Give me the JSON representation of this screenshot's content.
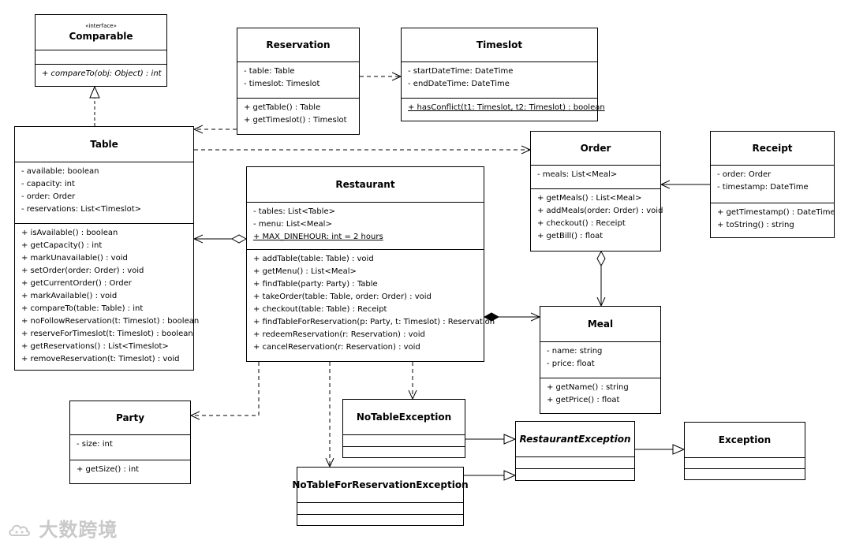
{
  "classes": {
    "comparable": {
      "stereotype": "«interface»",
      "name": "Comparable",
      "attributes": [],
      "methods": [
        "+ compareTo(obj: Object) : int"
      ]
    },
    "reservation": {
      "name": "Reservation",
      "attributes": [
        "- table: Table",
        "- timeslot: Timeslot"
      ],
      "methods": [
        "+ getTable() : Table",
        "+ getTimeslot() : Timeslot"
      ]
    },
    "timeslot": {
      "name": "Timeslot",
      "attributes": [
        "- startDateTime: DateTime",
        "- endDateTime: DateTime"
      ],
      "methods": [
        "+ hasConflict(t1: Timeslot, t2: Timeslot) : boolean"
      ]
    },
    "table": {
      "name": "Table",
      "attributes": [
        "- available: boolean",
        "- capacity: int",
        "- order: Order",
        "- reservations: List<Timeslot>"
      ],
      "methods": [
        "+ isAvailable() : boolean",
        "+ getCapacity() : int",
        "+ markUnavailable() : void",
        "+ setOrder(order: Order) : void",
        "+ getCurrentOrder() : Order",
        "+ markAvailable() : void",
        "+ compareTo(table: Table) : int",
        "+ noFollowReservation(t: Timeslot) : boolean",
        "+ reserveForTimeslot(t: Timeslot) : boolean",
        "+ getReservations() : List<Timeslot>",
        "+ removeReservation(t: Timeslot) : void"
      ]
    },
    "order": {
      "name": "Order",
      "attributes": [
        "- meals: List<Meal>"
      ],
      "methods": [
        "+ getMeals() : List<Meal>",
        "+ addMeals(order: Order) : void",
        "+ checkout() : Receipt",
        "+ getBill() : float"
      ]
    },
    "receipt": {
      "name": "Receipt",
      "attributes": [
        "- order: Order",
        "- timestamp: DateTime"
      ],
      "methods": [
        "+ getTimestamp() : DateTime",
        "+ toString() : string"
      ]
    },
    "restaurant": {
      "name": "Restaurant",
      "attributes": [
        "- tables: List<Table>",
        "- menu: List<Meal>",
        "+ MAX_DINEHOUR: int = 2 hours"
      ],
      "methods": [
        "+ addTable(table: Table) : void",
        "+ getMenu() : List<Meal>",
        "+ findTable(party: Party) : Table",
        "+ takeOrder(table: Table, order: Order) : void",
        "+ checkout(table: Table) : Receipt",
        "+ findTableForReservation(p: Party, t: Timeslot) : Reservation",
        "+ redeemReservation(r: Reservation) : void",
        "+ cancelReservation(r: Reservation) : void"
      ]
    },
    "meal": {
      "name": "Meal",
      "attributes": [
        "- name: string",
        "- price: float"
      ],
      "methods": [
        "+ getName() : string",
        "+ getPrice() : float"
      ]
    },
    "party": {
      "name": "Party",
      "attributes": [
        "- size: int"
      ],
      "methods": [
        "+ getSize() : int"
      ]
    },
    "no_table_exception": {
      "name": "NoTableException",
      "attributes": [],
      "methods": []
    },
    "restaurant_exception": {
      "name": "RestaurantException",
      "attributes": [],
      "methods": []
    },
    "exception": {
      "name": "Exception",
      "attributes": [],
      "methods": []
    },
    "no_table_for_reservation_exception": {
      "name": "NoTableForReservationException",
      "attributes": [],
      "methods": []
    }
  },
  "watermark": {
    "text": "大数跨境",
    "icon": "cloud-logo-icon"
  },
  "colors": {
    "line": "#000000",
    "watermark": "#c9c9c9"
  }
}
